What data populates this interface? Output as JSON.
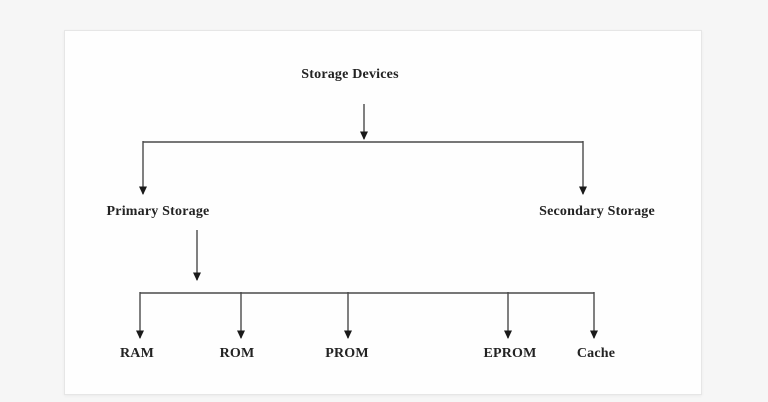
{
  "diagram": {
    "type": "tree",
    "nodes": {
      "root": "Storage Devices",
      "primary": "Primary Storage",
      "secondary": "Secondary Storage",
      "ram": "RAM",
      "rom": "ROM",
      "prom": "PROM",
      "eprom": "EPROM",
      "cache": "Cache"
    },
    "edges": [
      {
        "from": "root",
        "to": "primary"
      },
      {
        "from": "root",
        "to": "secondary"
      },
      {
        "from": "primary",
        "to": "ram"
      },
      {
        "from": "primary",
        "to": "rom"
      },
      {
        "from": "primary",
        "to": "prom"
      },
      {
        "from": "primary",
        "to": "eprom"
      },
      {
        "from": "primary",
        "to": "cache"
      }
    ],
    "colors": {
      "line": "#4a4a4a",
      "arrowhead": "#1a1a1a",
      "text": "#232323",
      "page_background": "#fefefe",
      "canvas_background": "#f6f6f6",
      "page_border": "#e6e6e6"
    }
  }
}
